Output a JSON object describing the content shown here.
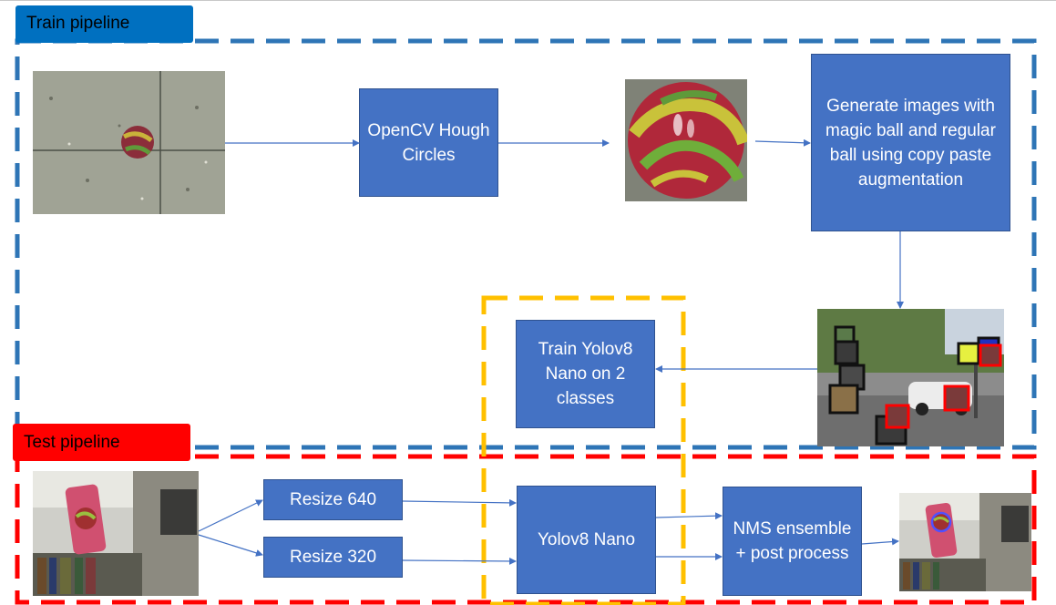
{
  "labels": {
    "train_pipeline": "Train pipeline",
    "test_pipeline": "Test pipeline"
  },
  "steps": {
    "hough": "OpenCV Hough Circles",
    "generate": "Generate images with magic ball and regular ball using copy paste augmentation",
    "train": "Train Yolov8 Nano on 2 classes",
    "resize640": "Resize 640",
    "resize320": "Resize 320",
    "yolo": "Yolov8 Nano",
    "nms": "NMS ensemble + post process"
  },
  "colors": {
    "box_fill": "#4472c4",
    "train_border": "#2e75b6",
    "test_border": "#ff0000",
    "model_border": "#ffc000",
    "arrow": "#4472c4",
    "train_tag": "#0070c0",
    "test_tag": "#ff0000"
  }
}
